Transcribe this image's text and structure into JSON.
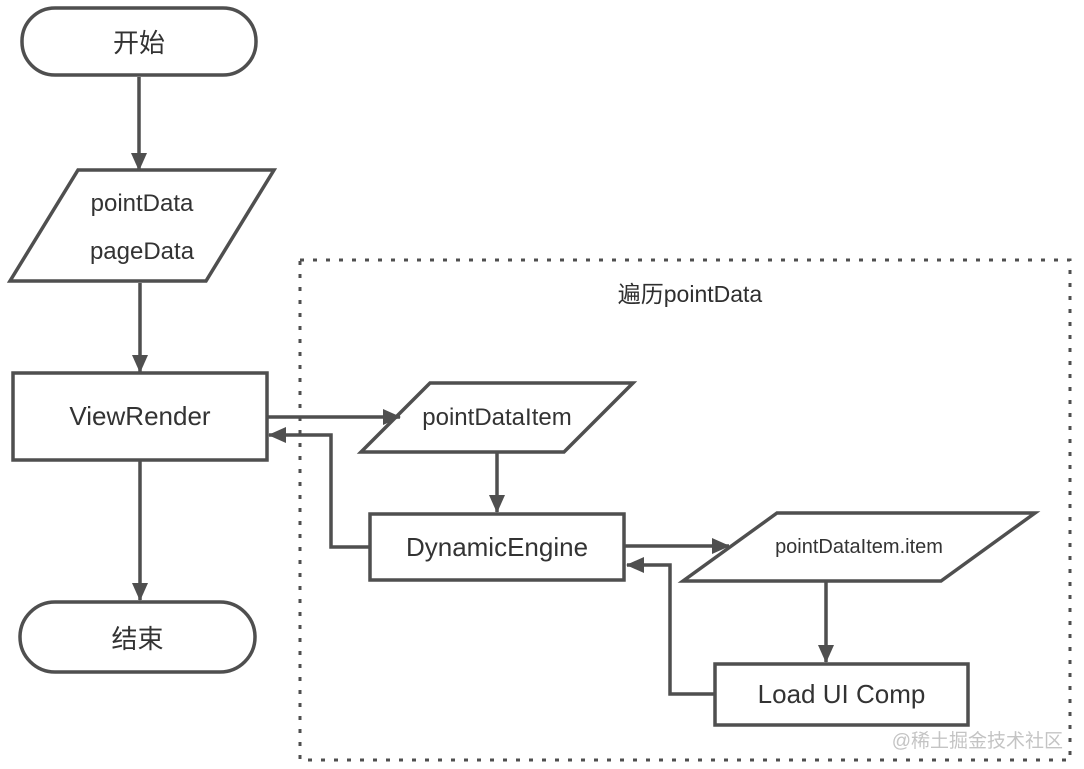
{
  "diagram": {
    "background": "#ffffff",
    "stroke_color": "#4f4f4f",
    "text_color": "#333333",
    "nodes": {
      "start": {
        "label": "开始",
        "shape": "terminator"
      },
      "io_point_page": {
        "line1": "pointData",
        "line2": "pageData",
        "shape": "parallelogram"
      },
      "view_render": {
        "label": "ViewRender",
        "shape": "rectangle"
      },
      "end": {
        "label": "结束",
        "shape": "terminator"
      },
      "point_data_item": {
        "label": "pointDataItem",
        "shape": "parallelogram"
      },
      "dynamic_engine": {
        "label": "DynamicEngine",
        "shape": "rectangle"
      },
      "point_data_item_item": {
        "label": "pointDataItem.item",
        "shape": "parallelogram"
      },
      "load_ui_comp": {
        "label": "Load UI Comp",
        "shape": "rectangle"
      }
    },
    "loop_group": {
      "title": "遍历pointData"
    },
    "edges": [
      {
        "from": "start",
        "to": "io_point_page",
        "direction": "down"
      },
      {
        "from": "io_point_page",
        "to": "view_render",
        "direction": "down"
      },
      {
        "from": "view_render",
        "to": "end",
        "direction": "down"
      },
      {
        "from": "view_render",
        "to": "point_data_item",
        "direction": "right"
      },
      {
        "from": "point_data_item",
        "to": "dynamic_engine",
        "direction": "down"
      },
      {
        "from": "dynamic_engine",
        "to": "view_render",
        "direction": "left"
      },
      {
        "from": "dynamic_engine",
        "to": "point_data_item_item",
        "direction": "right"
      },
      {
        "from": "point_data_item_item",
        "to": "load_ui_comp",
        "direction": "down"
      },
      {
        "from": "load_ui_comp",
        "to": "dynamic_engine",
        "direction": "left"
      }
    ],
    "watermark": {
      "text": "@稀土掘金技术社区",
      "color": "#c4c4c4"
    }
  }
}
